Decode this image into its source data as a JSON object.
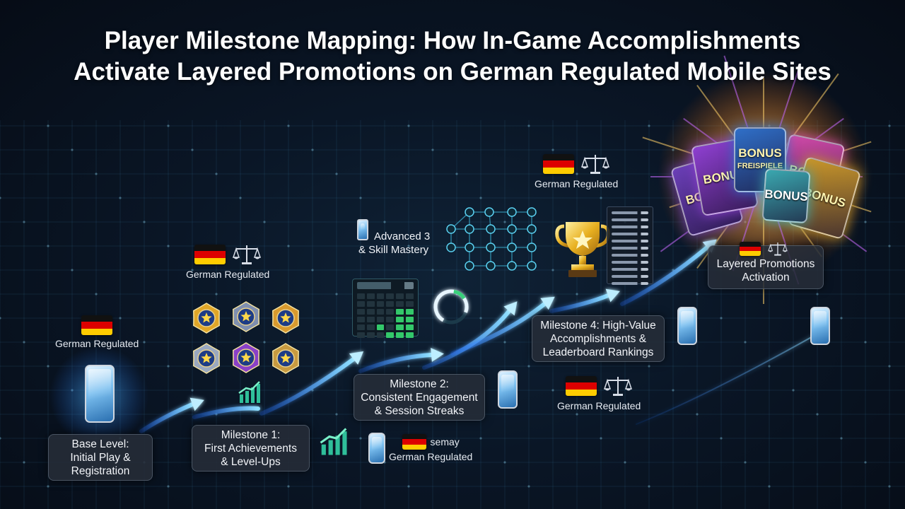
{
  "title": {
    "line1": "Player Milestone Mapping: How In-Game Accomplishments",
    "line2": "Activate Layered Promotions on German Regulated Mobile Sites"
  },
  "stages": {
    "base": {
      "lines": [
        "Base Level:",
        "Initial Play &",
        "Registration"
      ]
    },
    "milestone1": {
      "lines": [
        "Milestone 1:",
        "First Achievements",
        "& Level-Ups"
      ]
    },
    "milestone2": {
      "lines": [
        "Milestone 2:",
        "Consistent Engagement",
        "& Session Streaks"
      ]
    },
    "advanced3": {
      "lines": [
        "Advanced 3",
        "& Skill Mastery"
      ]
    },
    "milestone4": {
      "lines": [
        "Milestone 4: High-Value",
        "Accomplishments &",
        "Leaderboard Rankings"
      ]
    },
    "layered": {
      "lines": [
        "Layered Promotions",
        "Activation"
      ]
    }
  },
  "regulation_label": "German Regulated",
  "stray_label": "semay",
  "bonus_cards": [
    {
      "text": "BONUS",
      "color": "#6b3fb8"
    },
    {
      "text": "BONUS",
      "color": "#8e3fd0"
    },
    {
      "text": "BONUS",
      "color": "#d04aa8"
    },
    {
      "text": "BONUS",
      "color": "#c8962a"
    },
    {
      "text": "BONUS",
      "sub": "FREISPIELE",
      "color": "#2f6fc8"
    },
    {
      "text": "BONUS",
      "color": "#3aa8b0"
    }
  ],
  "badge_colors": [
    "#e0a628",
    "#7f8fb0",
    "#d99a2e",
    "#9aa8c0",
    "#8a40c8",
    "#c89a40"
  ],
  "accent": "#58c8ff"
}
